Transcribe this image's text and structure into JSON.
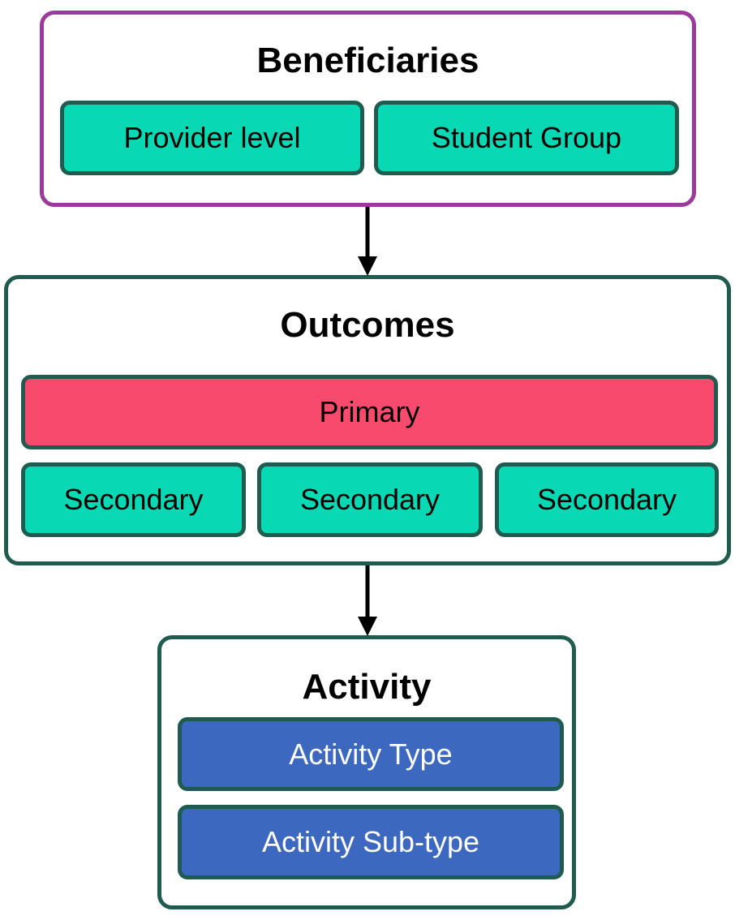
{
  "beneficiaries": {
    "title": "Beneficiaries",
    "items": [
      "Provider level",
      "Student Group"
    ]
  },
  "outcomes": {
    "title": "Outcomes",
    "primary": "Primary",
    "secondary": [
      "Secondary",
      "Secondary",
      "Secondary"
    ]
  },
  "activity": {
    "title": "Activity",
    "items": [
      "Activity Type",
      "Activity Sub-type"
    ]
  },
  "colors": {
    "beneficiaries_border": "#9b3a9b",
    "group_border": "#1f5c4f",
    "teal_fill": "#08d9b4",
    "primary_fill": "#f84a6c",
    "activity_fill": "#3d68bf"
  }
}
